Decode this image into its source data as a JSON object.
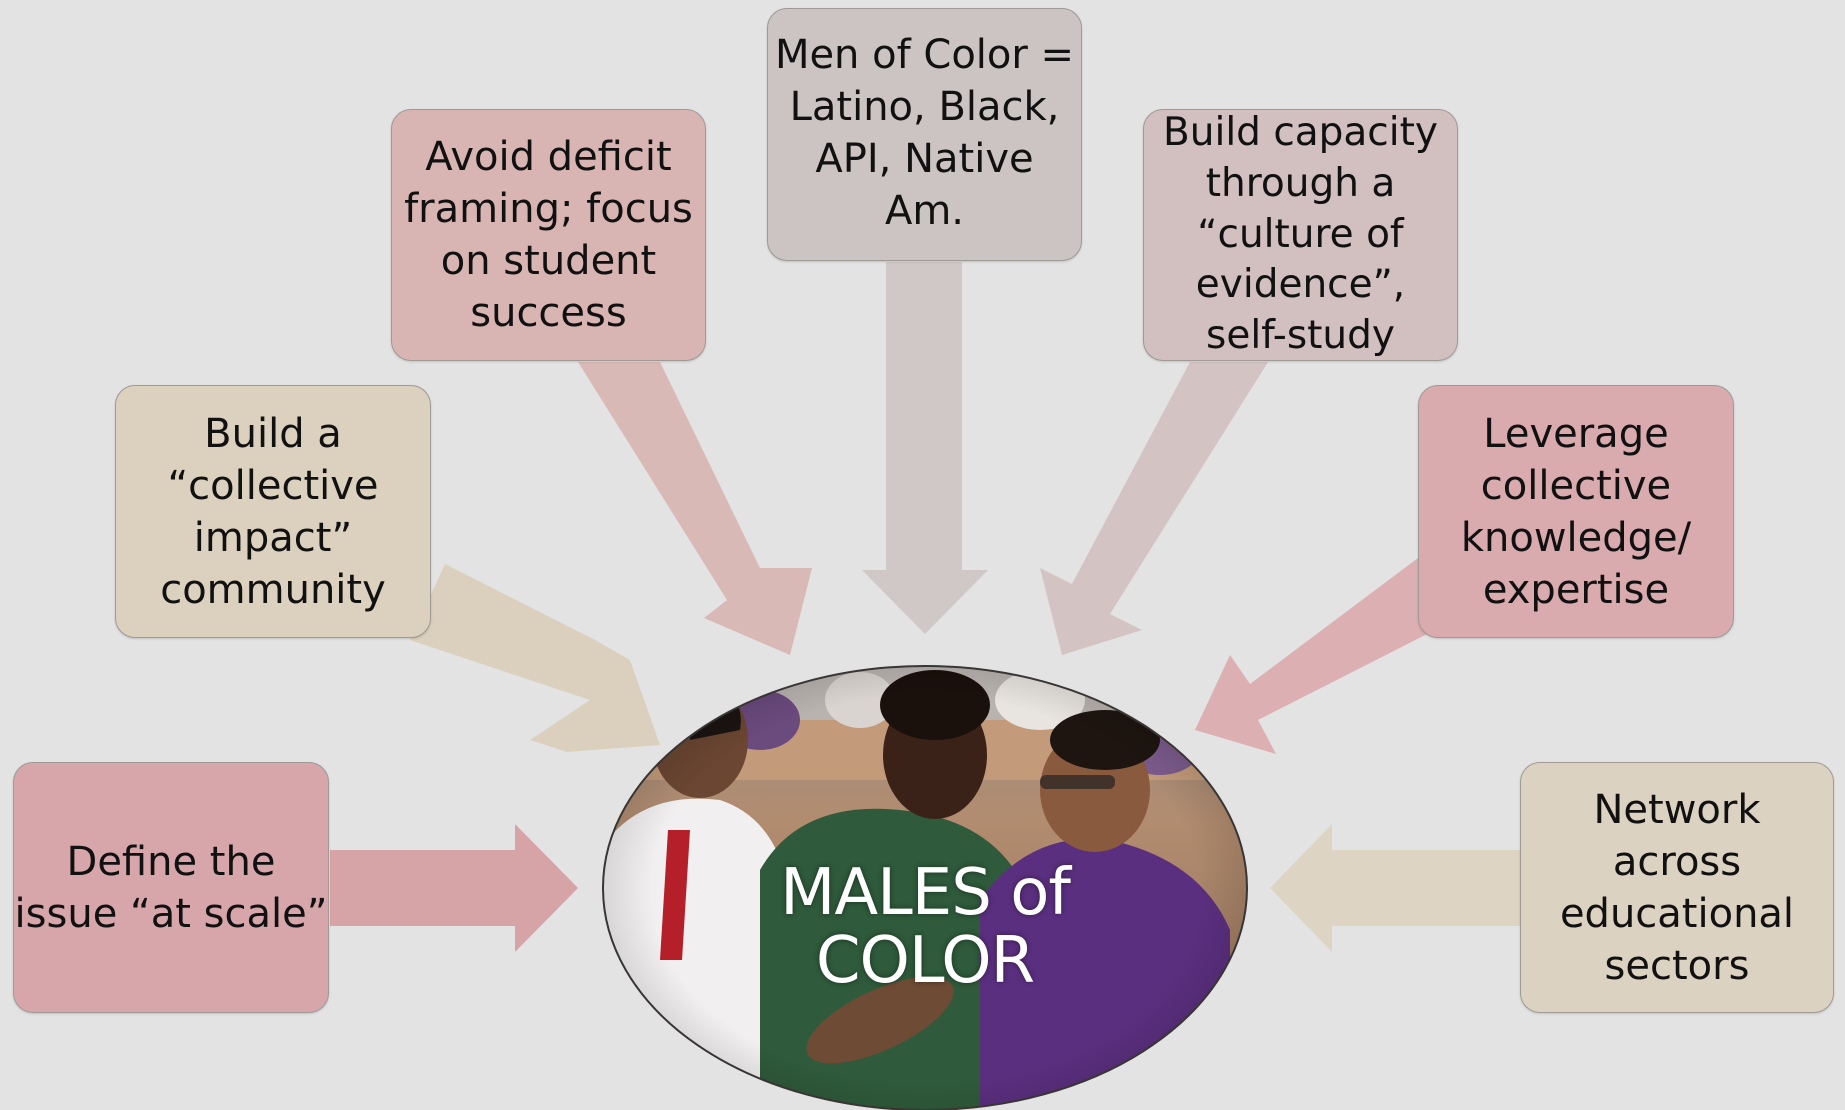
{
  "center": {
    "label": "MALES of\nCOLOR",
    "image": "students-seated-photo"
  },
  "boxes": [
    {
      "id": "define",
      "text": "Define the\nissue “at scale”",
      "color": "#d6a6ab"
    },
    {
      "id": "collective-impact",
      "text": "Build a\n“collective\nimpact”\ncommunity",
      "color": "#dcd1bf"
    },
    {
      "id": "avoid-deficit",
      "text": "Avoid deficit\nframing; focus\non student\nsuccess",
      "color": "#d8b5b3"
    },
    {
      "id": "men-of-color",
      "text": "Men of Color =\nLatino, Black,\nAPI, Native\nAm.",
      "color": "#cbc4c3"
    },
    {
      "id": "build-capacity",
      "text": "Build capacity\nthrough a\n“culture of\nevidence”,\nself-study",
      "color": "#d2bfc0"
    },
    {
      "id": "leverage",
      "text": "Leverage\ncollective\nknowledge/\nexpertise",
      "color": "#d9aaae"
    },
    {
      "id": "network",
      "text": "Network\nacross\neducational\nsectors",
      "color": "#dcd2c2"
    }
  ],
  "arrow_colors": {
    "define": "#d6a3a6",
    "collective-impact": "#dbd0bd",
    "avoid-deficit": "#d9b9b5",
    "men-of-color": "#cfc8c7",
    "build-capacity": "#d3c3c3",
    "leverage": "#dcb0b2",
    "network": "#ddd4c3"
  }
}
